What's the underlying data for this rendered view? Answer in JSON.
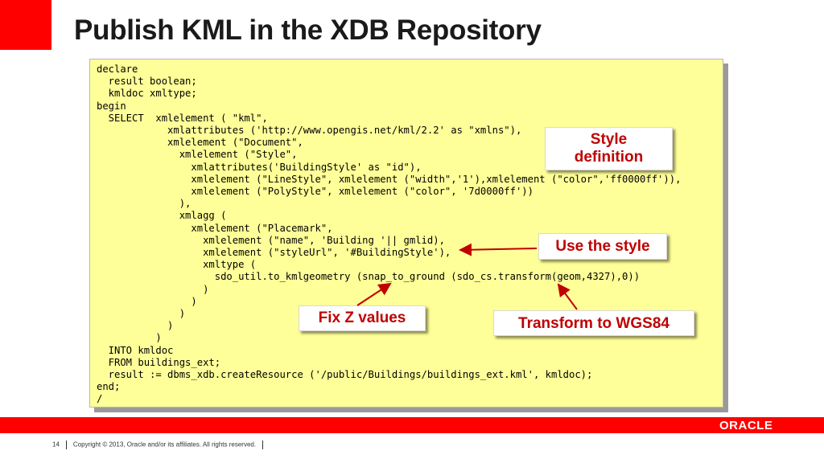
{
  "slide": {
    "title": "Publish KML in the XDB Repository",
    "page_number": "14",
    "copyright": "Copyright © 2013, Oracle and/or its affiliates. All rights reserved.",
    "logo_text": "ORACLE",
    "accent_color": "#ff0000"
  },
  "code": {
    "lines": [
      "declare",
      "  result boolean;",
      "  kmldoc xmltype;",
      "begin",
      "  SELECT  xmlelement ( \"kml\",",
      "            xmlattributes ('http://www.opengis.net/kml/2.2' as \"xmlns\"),",
      "            xmlelement (\"Document\",",
      "              xmlelement (\"Style\",",
      "                xmlattributes('BuildingStyle' as \"id\"),",
      "                xmlelement (\"LineStyle\", xmlelement (\"width\",'1'),xmlelement (\"color\",'ff0000ff')),",
      "                xmlelement (\"PolyStyle\", xmlelement (\"color\", '7d0000ff'))",
      "              ),",
      "              xmlagg (",
      "                xmlelement (\"Placemark\",",
      "                  xmlelement (\"name\", 'Building '|| gmlid),",
      "                  xmlelement (\"styleUrl\", '#BuildingStyle'),",
      "                  xmltype (",
      "                    sdo_util.to_kmlgeometry (snap_to_ground (sdo_cs.transform(geom,4327),0))",
      "                  )",
      "                )",
      "              )",
      "            )",
      "          )",
      "  INTO kmldoc",
      "  FROM buildings_ext;",
      "  result := dbms_xdb.createResource ('/public/Buildings/buildings_ext.kml', kmldoc);",
      "end;",
      "/"
    ]
  },
  "callouts": {
    "style_definition": "Style\ndefinition",
    "use_style": "Use the style",
    "fix_z": "Fix Z values",
    "transform": "Transform to WGS84",
    "text_color": "#c00000"
  }
}
